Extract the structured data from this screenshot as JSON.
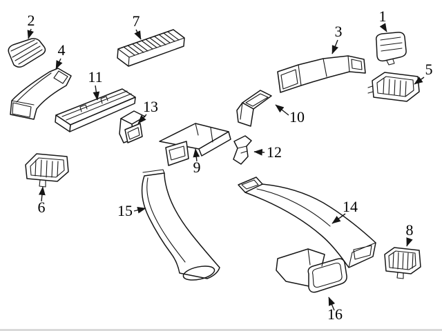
{
  "figure": {
    "kind": "parts-diagram"
  },
  "colors": {
    "background": "#ffffff",
    "line": "#151515",
    "label": "#000000"
  },
  "callouts": [
    {
      "label": "1"
    },
    {
      "label": "2"
    },
    {
      "label": "3"
    },
    {
      "label": "4"
    },
    {
      "label": "5"
    },
    {
      "label": "6"
    },
    {
      "label": "7"
    },
    {
      "label": "8"
    },
    {
      "label": "9"
    },
    {
      "label": "10"
    },
    {
      "label": "11"
    },
    {
      "label": "12"
    },
    {
      "label": "13"
    },
    {
      "label": "14"
    },
    {
      "label": "15"
    },
    {
      "label": "16"
    }
  ]
}
